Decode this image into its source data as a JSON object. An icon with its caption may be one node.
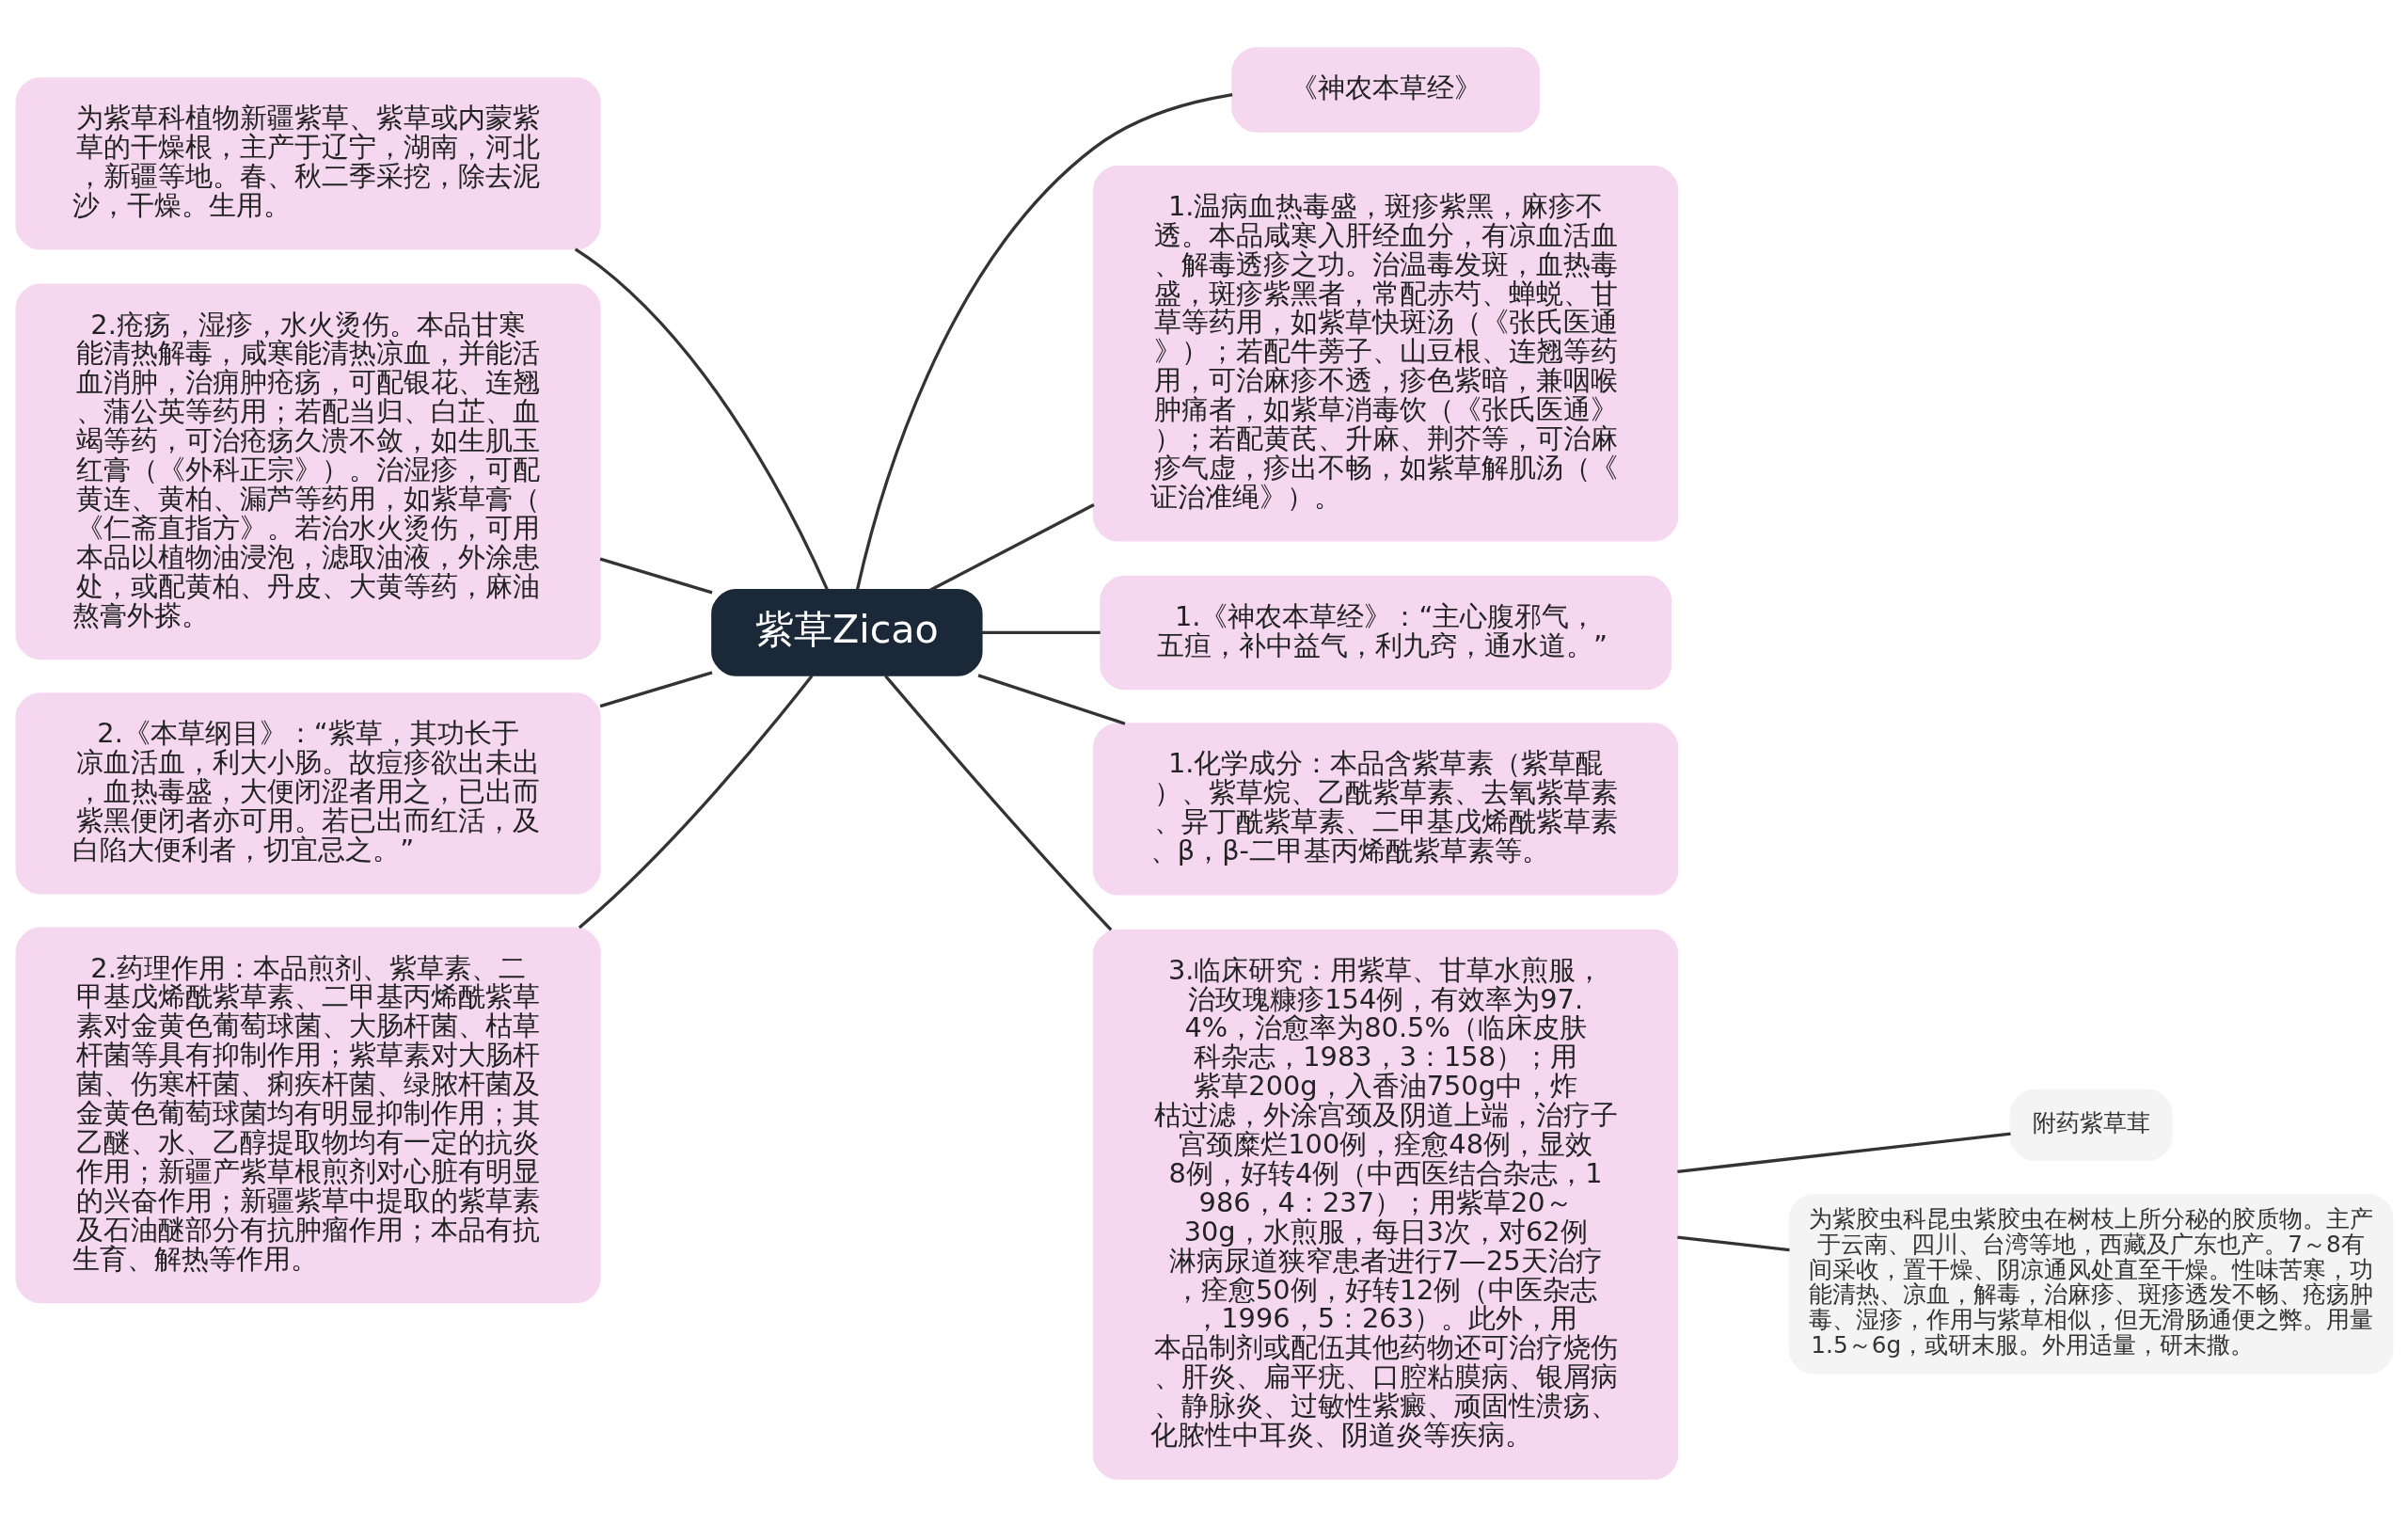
{
  "diagram": {
    "nodes": [
      {
        "text": [
          "紫草Zicao"
        ]
      },
      {
        "text": [
          "《神农本草经》"
        ]
      },
      {
        "text": [
          "1.温病血热毒盛，斑疹紫黑，麻疹不透。本品咸寒入肝经血分，有凉血活血、解毒透疹之功。治温毒发斑，血热毒盛，斑疹紫黑者，常配赤芍、蝉蜕、甘草等药用，如紫草快斑汤（《张氏医通》）；若配牛蒡子、山豆根、连翘等药用，可治麻疹不透，疹色紫暗，兼咽喉肿痛者，如紫草消毒饮（《张氏医通》）；若配黄芪、升麻、荆芥等，可治麻疹气虚，疹出不畅，如紫草解肌汤（《证治准绳》）。"
        ]
      },
      {
        "text": [
          "1.《神农本草经》：“主心腹邪气，五疸，补中益气，利九窍，通水道。”"
        ]
      },
      {
        "text": [
          "1.化学成分：本品含紫草素（紫草醌）、紫草烷、乙酰紫草素、去氧紫草素、异丁酰紫草素、二甲基戊烯酰紫草素、β，β-二甲基丙烯酰紫草素等。"
        ]
      },
      {
        "text": [
          "3.临床研究：用紫草、甘草水煎服，治玫瑰糠疹154例，有效率为97.4%，治愈率为80.5%（临床皮肤科杂志，1983，3：158）；用紫草200g，入香油750g中，炸枯过滤，外涂宫颈及阴道上端，治疗子宫颈糜烂100例，痊愈48例，显效8例，好转4例（中西医结合杂志，1986，4：237）；用紫草20～30g，水煎服，每日3次，对62例淋病尿道狭窄患者进行7—25天治疗，痊愈50例，好转12例（中医杂志，1996，5：263）。此外，用本品制剂或配伍其他药物还可治疗烧伤、肝炎、扁平疣、口腔粘膜病、银屑病、静脉炎、过敏性紫癜、顽固性溃疡、化脓性中耳炎、阴道炎等疾病。"
        ]
      },
      {
        "text": [
          "附药紫草茸"
        ]
      },
      {
        "text": [
          "为紫胶虫科昆虫紫胶虫在树枝上所分秘的胶质物。主产于云南、四川、台湾等地，西藏及广东也产。7～8有间采收，置干燥、阴凉通风处直至干燥。性味苦寒，功能清热、凉血，解毒，治麻疹、斑疹透发不畅、疮疡肿毒、湿疹，作用与紫草相似，但无滑肠通便之弊。用量1.5～6g，或研末服。外用适量，研末撒。"
        ]
      },
      {
        "text": [
          "为紫草科植物新疆紫草、紫草或内蒙紫草的干燥根，主产于辽宁，湖南，河北，新疆等地。春、秋二季采挖，除去泥沙，干燥。生用。"
        ]
      },
      {
        "text": [
          "2.疮疡，湿疹，水火烫伤。本品甘寒能清热解毒，咸寒能清热凉血，并能活血消肿，治痈肿疮疡，可配银花、连翘、蒲公英等药用；若配当归、白芷、血竭等药，可治疮疡久溃不敛，如生肌玉红膏（《外科正宗》）。治湿疹，可配黄连、黄柏、漏芦等药用，如紫草膏（《仁斋直指方》。若治水火烫伤，可用本品以植物油浸泡，滤取油液，外涂患处，或配黄柏、丹皮、大黄等药，麻油熬膏外搽。"
        ]
      },
      {
        "text": [
          "2.《本草纲目》：“紫草，其功长于凉血活血，利大小肠。故痘疹欲出未出，血热毒盛，大便闭涩者用之，已出而紫黑便闭者亦可用。若已出而红活，及白陷大便利者，切宜忌之。”"
        ]
      },
      {
        "text": [
          "2.药理作用：本品煎剂、紫草素、二甲基戊烯酰紫草素、二甲基丙烯酰紫草素对金黄色葡萄球菌、大肠杆菌、枯草杆菌等具有抑制作用；紫草素对大肠杆菌、伤寒杆菌、痢疾杆菌、绿脓杆菌及金黄色葡萄球菌均有明显抑制作用；其乙醚、水、乙醇提取物均有一定的抗炎作用；新疆产紫草根煎剂对心脏有明显的兴奋作用；新疆紫草中提取的紫草素及石油醚部分有抗肿瘤作用；本品有抗生育、解热等作用。"
        ]
      }
    ],
    "edges": [
      {
        "from": 0,
        "to": 1,
        "arrow": "none"
      },
      {
        "from": 0,
        "to": 2,
        "arrow": "none"
      },
      {
        "from": 0,
        "to": 3,
        "arrow": "none"
      },
      {
        "from": 0,
        "to": 4,
        "arrow": "none"
      },
      {
        "from": 0,
        "to": 5,
        "arrow": "none"
      },
      {
        "from": 5,
        "to": 6,
        "arrow": "none"
      },
      {
        "from": 5,
        "to": 7,
        "arrow": "none"
      },
      {
        "from": 0,
        "to": 8,
        "arrow": "none"
      },
      {
        "from": 0,
        "to": 9,
        "arrow": "none"
      },
      {
        "from": 0,
        "to": 10,
        "arrow": "none"
      },
      {
        "from": 0,
        "to": 11,
        "arrow": "none"
      }
    ]
  }
}
